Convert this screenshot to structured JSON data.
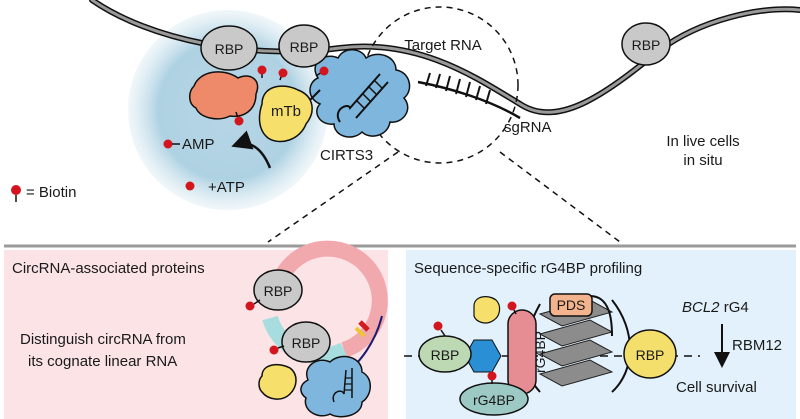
{
  "top_panel": {
    "rbp_label": "RBP",
    "target_rna": "Target RNA",
    "sgrna": "sgRNA",
    "cirts3": "CIRTS3",
    "mtb": "mTb",
    "amp": "AMP",
    "atp": "+ATP",
    "biotin_legend": "= Biotin",
    "live_cells_line1": "In live cells",
    "live_cells_line2": "in situ"
  },
  "left_panel": {
    "title": "CircRNA-associated proteins",
    "desc_line1": "Distinguish circRNA from",
    "desc_line2": "its cognate linear RNA",
    "rbp_label": "RBP"
  },
  "right_panel": {
    "title": "Sequence-specific rG4BP profiling",
    "pds": "PDS",
    "rbp_label": "RBP",
    "rg4bp": "rG4BP",
    "bcl2": "BCL2",
    "rg4": " rG4",
    "rbm12": "RBM12",
    "cell_survival": "Cell survival"
  },
  "colors": {
    "left_bg": "#fbe3e6",
    "right_bg": "#e2f1fb",
    "cell_glow": "#9fc8dd",
    "cirts_blue": "#7fb6dd",
    "mtb_yellow": "#f6df6a",
    "orange": "#ee8a6a",
    "rbp_grey": "#c9c9c9",
    "biotin_red": "#d3151e",
    "circ_pink": "#f1a9ae",
    "circ_cyan": "#a8dde0",
    "rg4bp_pink": "#e58d92",
    "rg4bp_teal": "#9cc9c4",
    "pds_orange": "#f3b38c",
    "hexagon_blue": "#2b8fd6",
    "rbp_green": "#bcd9b4",
    "rbp_yellow": "#f4df6c"
  }
}
